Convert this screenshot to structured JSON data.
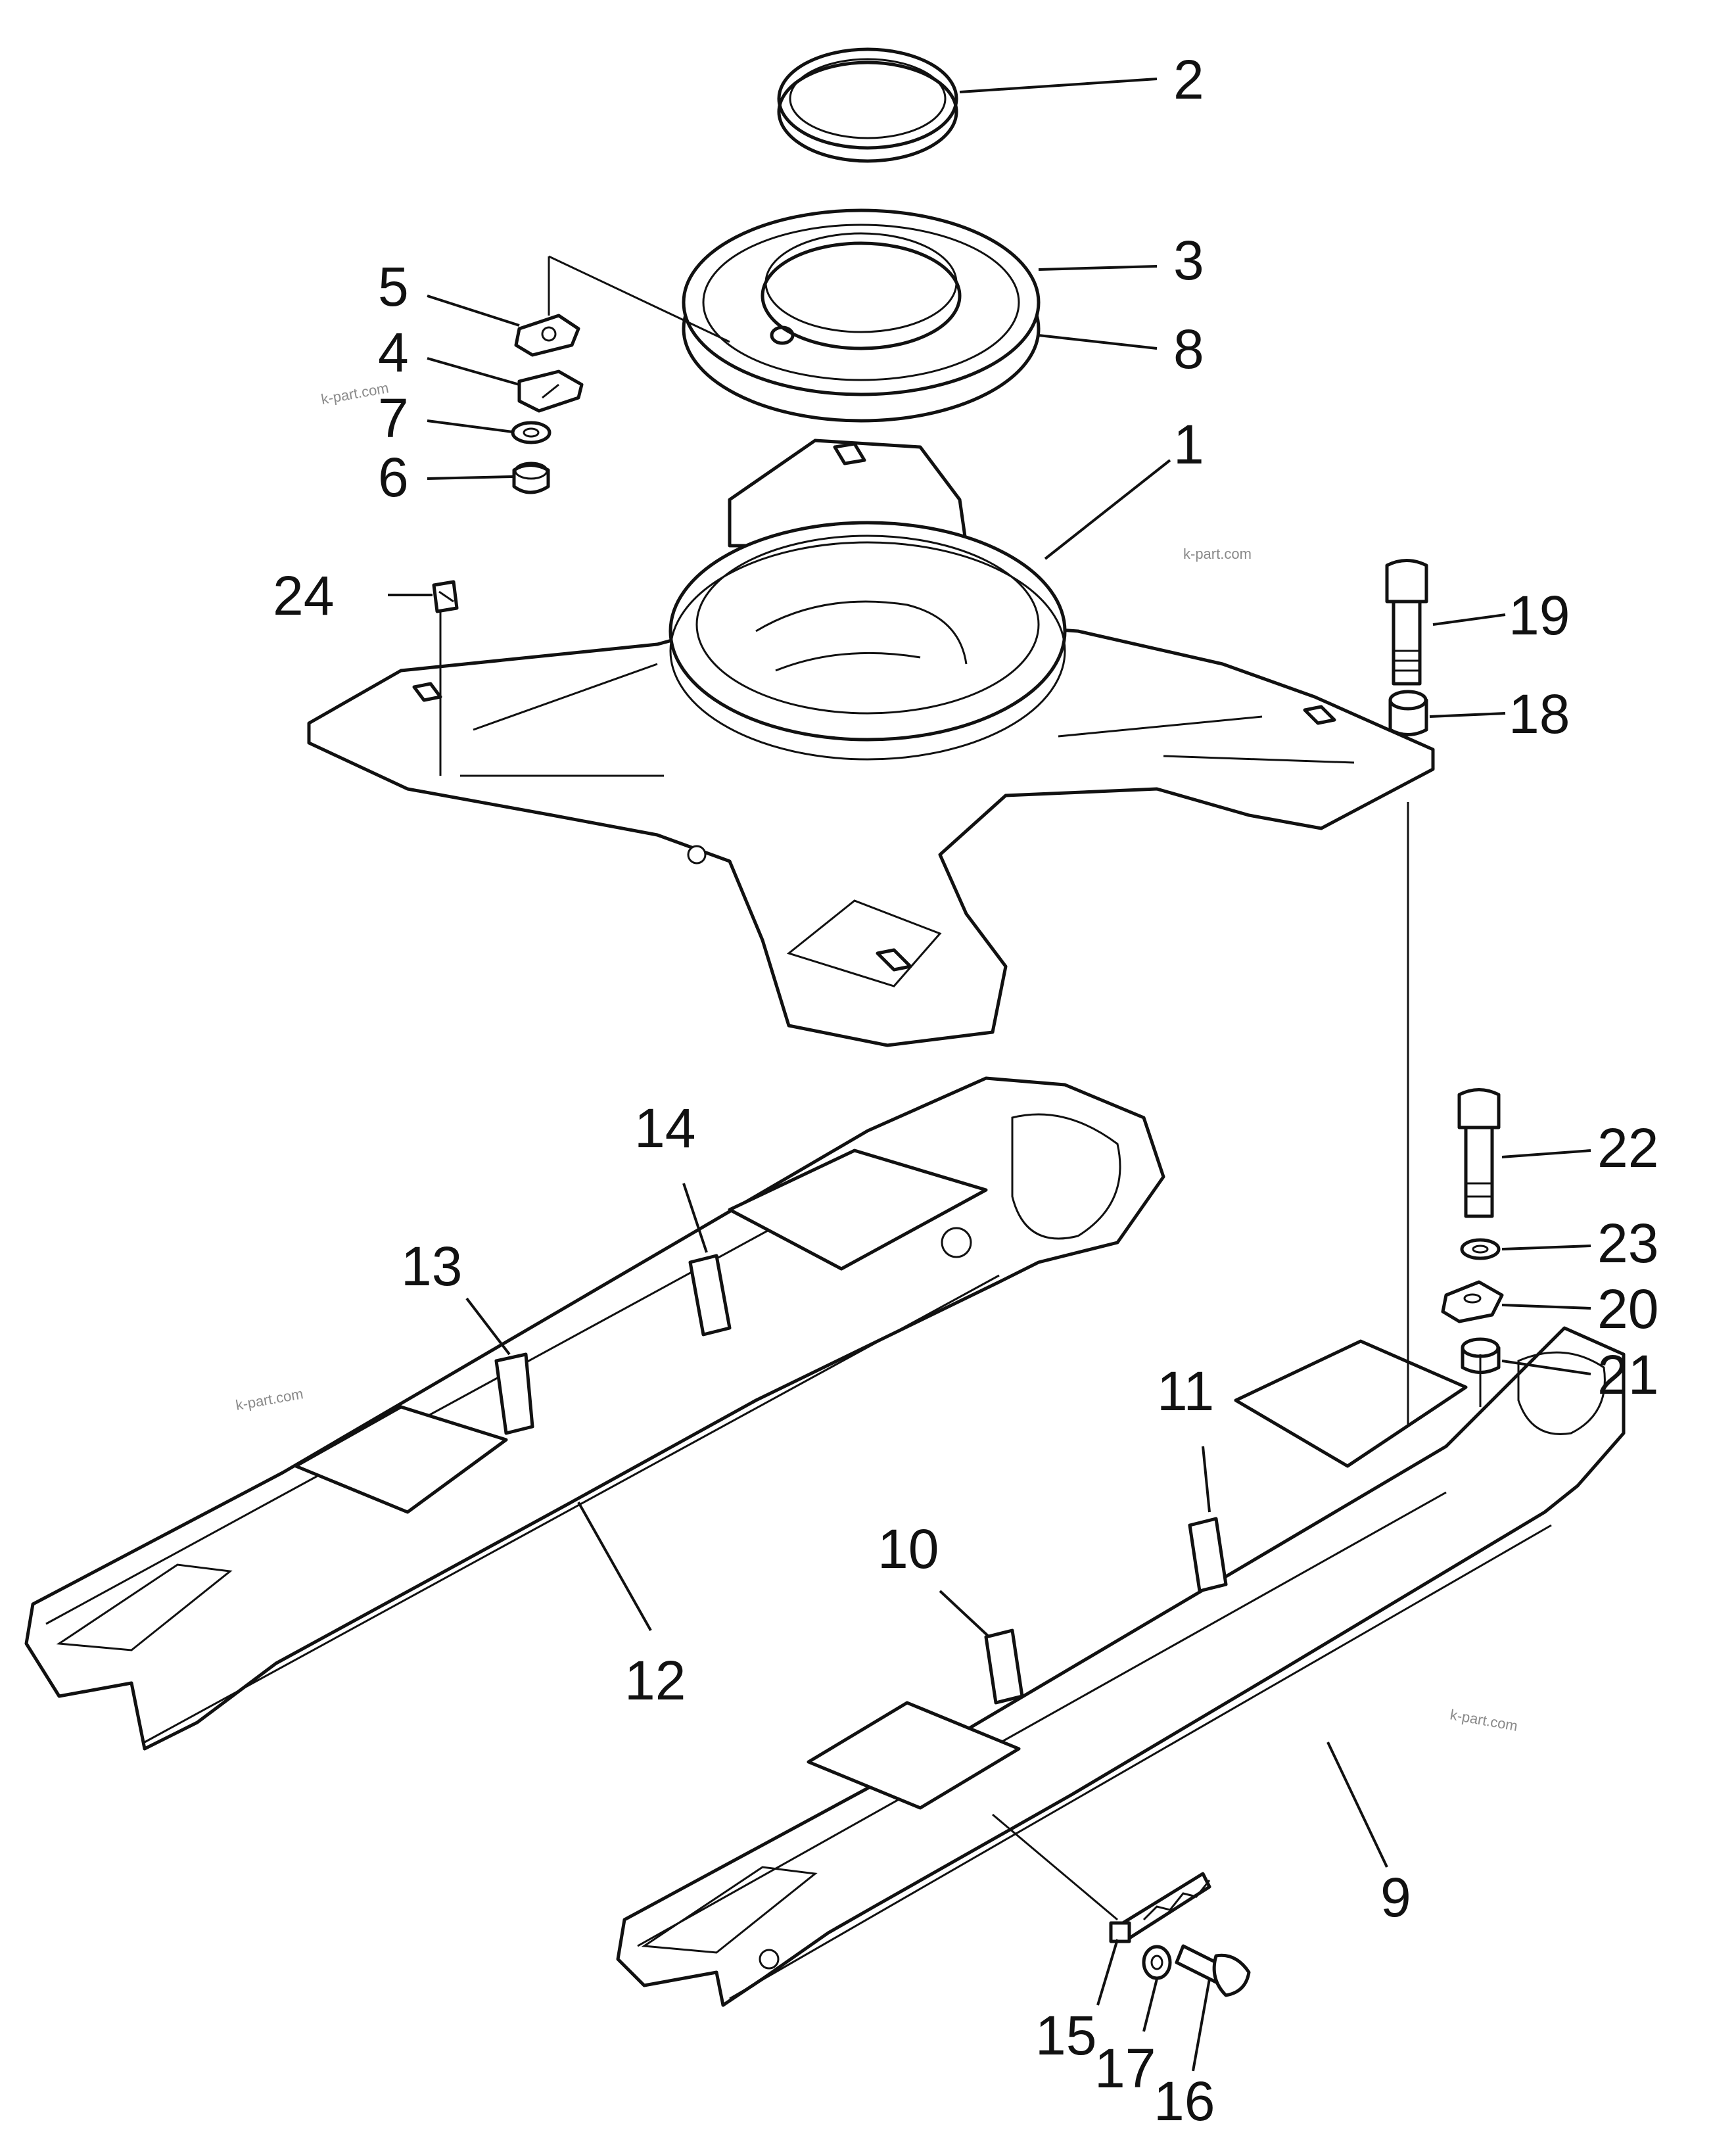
{
  "callouts": [
    {
      "id": "c1",
      "label": "1"
    },
    {
      "id": "c2",
      "label": "2"
    },
    {
      "id": "c3",
      "label": "3"
    },
    {
      "id": "c4",
      "label": "4"
    },
    {
      "id": "c5",
      "label": "5"
    },
    {
      "id": "c6",
      "label": "6"
    },
    {
      "id": "c7",
      "label": "7"
    },
    {
      "id": "c8",
      "label": "8"
    },
    {
      "id": "c9",
      "label": "9"
    },
    {
      "id": "c10",
      "label": "10"
    },
    {
      "id": "c11",
      "label": "11"
    },
    {
      "id": "c12",
      "label": "12"
    },
    {
      "id": "c13",
      "label": "13"
    },
    {
      "id": "c14",
      "label": "14"
    },
    {
      "id": "c15",
      "label": "15"
    },
    {
      "id": "c16",
      "label": "16"
    },
    {
      "id": "c17",
      "label": "17"
    },
    {
      "id": "c18",
      "label": "18"
    },
    {
      "id": "c19",
      "label": "19"
    },
    {
      "id": "c20",
      "label": "20"
    },
    {
      "id": "c21",
      "label": "21"
    },
    {
      "id": "c22",
      "label": "22"
    },
    {
      "id": "c23",
      "label": "23"
    },
    {
      "id": "c24",
      "label": "24"
    }
  ],
  "watermarks": [
    {
      "id": "w1",
      "text": "k-part.com"
    },
    {
      "id": "w2",
      "text": "k-part.com"
    },
    {
      "id": "w3",
      "text": "k-part.com"
    },
    {
      "id": "w4",
      "text": "k-part.com"
    }
  ]
}
